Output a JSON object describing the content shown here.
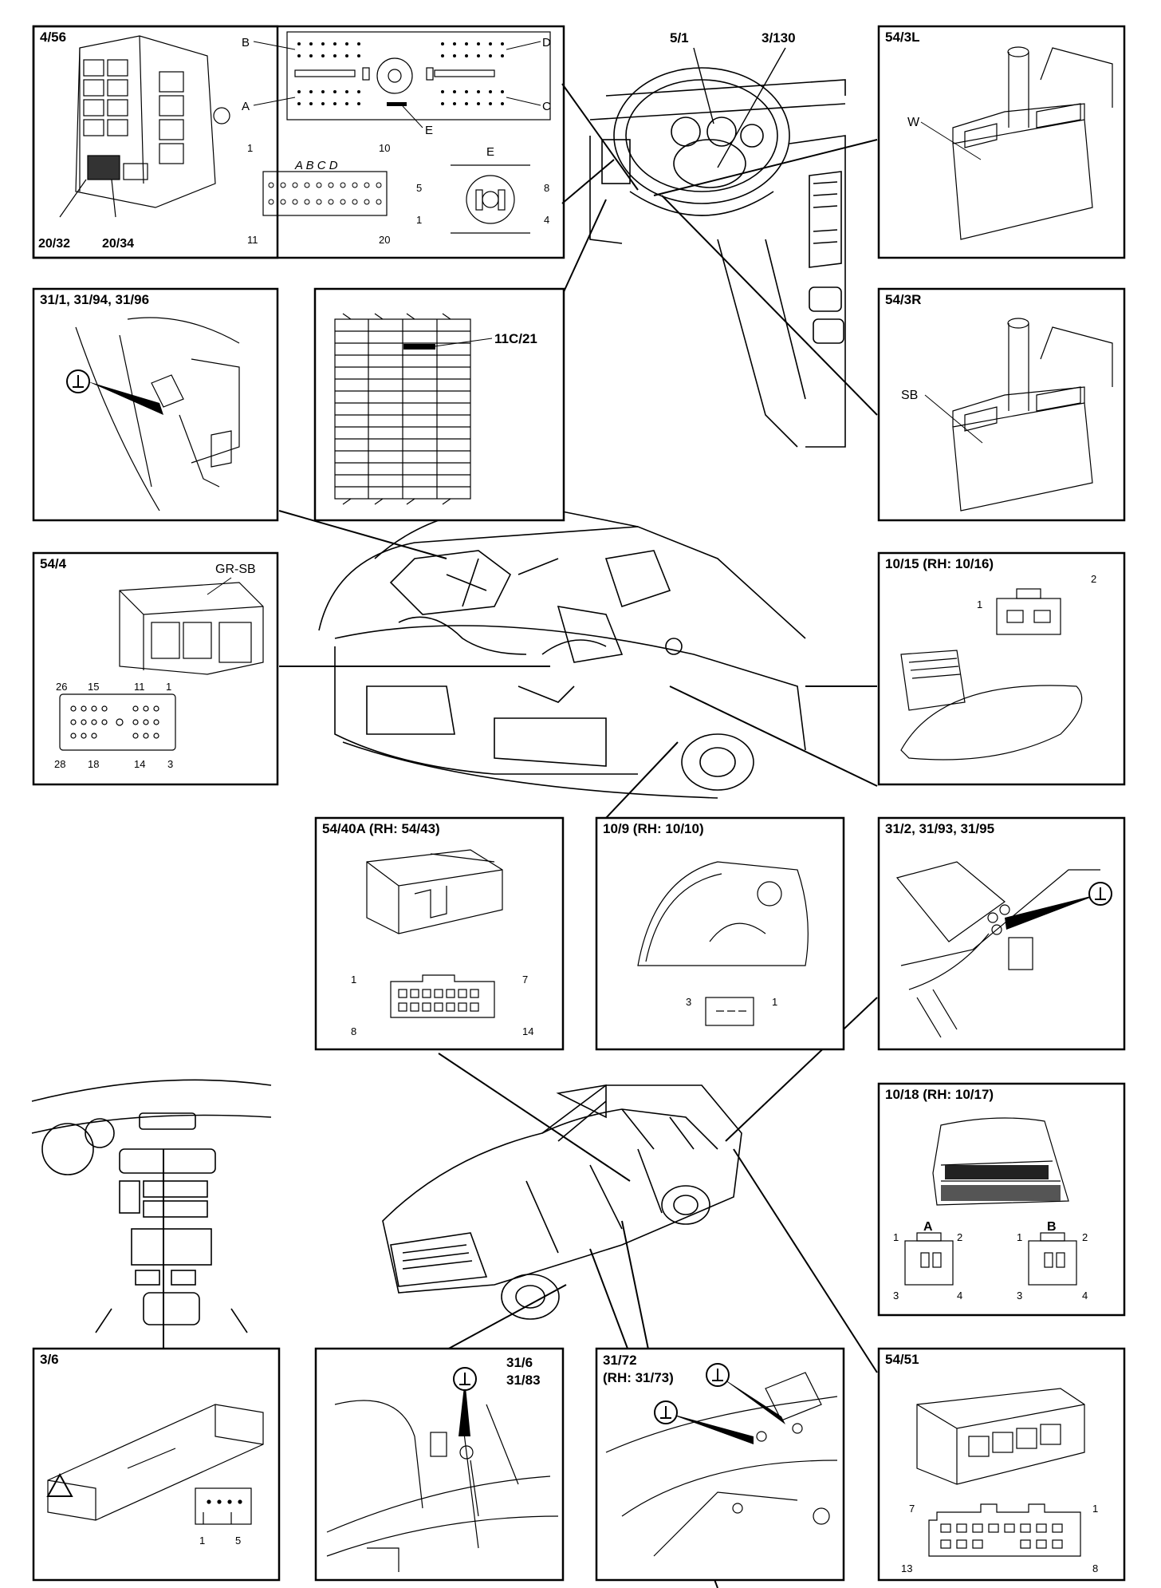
{
  "panels": {
    "p456": {
      "title": "4/56",
      "labels": {
        "B": "B",
        "D": "D",
        "A": "A",
        "C": "C",
        "E": "E",
        "e_top": "E",
        "abcd": "A B C D",
        "pin1": "1",
        "pin10": "10",
        "pin11": "11",
        "pin20": "20",
        "pin5": "5",
        "pin8": "8",
        "pin1b": "1",
        "pin4": "4",
        "c2032": "20/32",
        "c2034": "20/34"
      }
    },
    "dash": {
      "label1": "5/1",
      "label2": "3/130"
    },
    "p543L": {
      "title": "54/3L",
      "color": "W"
    },
    "p3101": {
      "title": "31/1, 31/94, 31/96"
    },
    "fuse": {
      "title": "11C/21"
    },
    "p543R": {
      "title": "54/3R",
      "color": "SB"
    },
    "p544": {
      "title": "54/4",
      "color": "GR-SB",
      "pins": [
        "26",
        "15",
        "11",
        "1",
        "28",
        "18",
        "14",
        "3"
      ]
    },
    "p1015": {
      "title": "10/15 (RH: 10/16)",
      "pins": [
        "1",
        "2"
      ]
    },
    "p5440": {
      "title": "54/40A (RH: 54/43)",
      "pins": [
        "1",
        "7",
        "8",
        "14"
      ]
    },
    "p109": {
      "title": "10/9 (RH: 10/10)",
      "pins": [
        "3",
        "1"
      ]
    },
    "p3102": {
      "title": "31/2, 31/93, 31/95"
    },
    "p1018": {
      "title": "10/18 (RH: 10/17)",
      "a": "A",
      "b": "B",
      "pins": [
        "1",
        "2",
        "3",
        "4",
        "1",
        "2",
        "3",
        "4"
      ]
    },
    "p36": {
      "title": "3/6",
      "pins": [
        "1",
        "5"
      ]
    },
    "p316": {
      "title_a": "31/6",
      "title_b": "31/83"
    },
    "p3172": {
      "title_a": "31/72",
      "title_b": "(RH: 31/73)"
    },
    "p5451": {
      "title": "54/51",
      "pins": [
        "7",
        "1",
        "13",
        "8"
      ]
    }
  }
}
